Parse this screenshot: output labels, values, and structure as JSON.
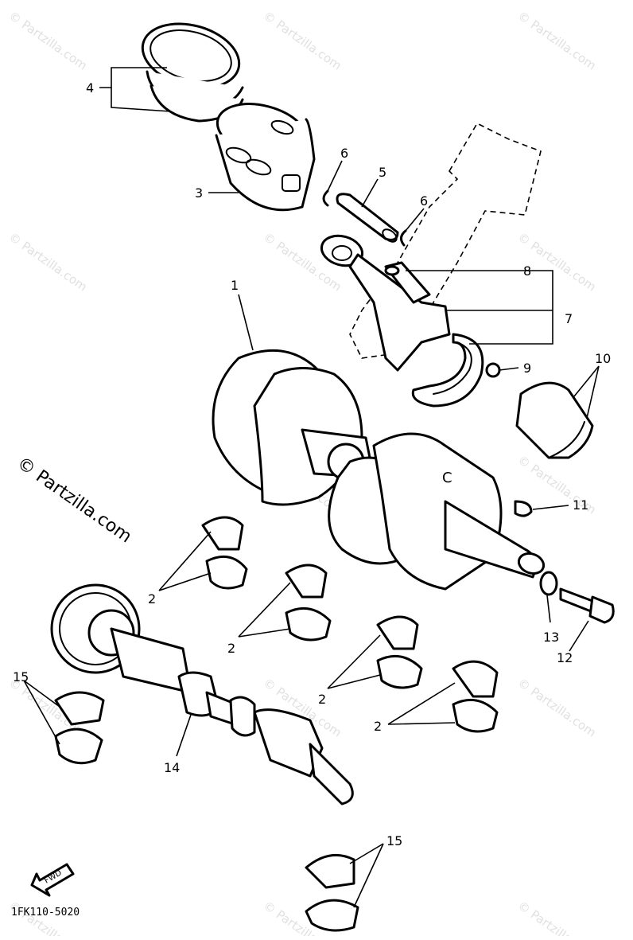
{
  "diagram": {
    "callouts": [
      {
        "id": "c1",
        "label": "1"
      },
      {
        "id": "c2a",
        "label": "2"
      },
      {
        "id": "c2b",
        "label": "2"
      },
      {
        "id": "c2c",
        "label": "2"
      },
      {
        "id": "c2d",
        "label": "2"
      },
      {
        "id": "c3",
        "label": "3"
      },
      {
        "id": "c4",
        "label": "4"
      },
      {
        "id": "c5",
        "label": "5"
      },
      {
        "id": "c6a",
        "label": "6"
      },
      {
        "id": "c6b",
        "label": "6"
      },
      {
        "id": "c7",
        "label": "7"
      },
      {
        "id": "c8",
        "label": "8"
      },
      {
        "id": "c9",
        "label": "9"
      },
      {
        "id": "c10",
        "label": "10"
      },
      {
        "id": "c11",
        "label": "11"
      },
      {
        "id": "c12",
        "label": "12"
      },
      {
        "id": "c13",
        "label": "13"
      },
      {
        "id": "c14",
        "label": "14"
      },
      {
        "id": "c15a",
        "label": "15"
      },
      {
        "id": "c15b",
        "label": "15"
      }
    ],
    "crank_mark": "C",
    "fwd_label": "FWD",
    "diagram_code": "1FK110-5020",
    "watermark": "© Partzilla.com"
  }
}
